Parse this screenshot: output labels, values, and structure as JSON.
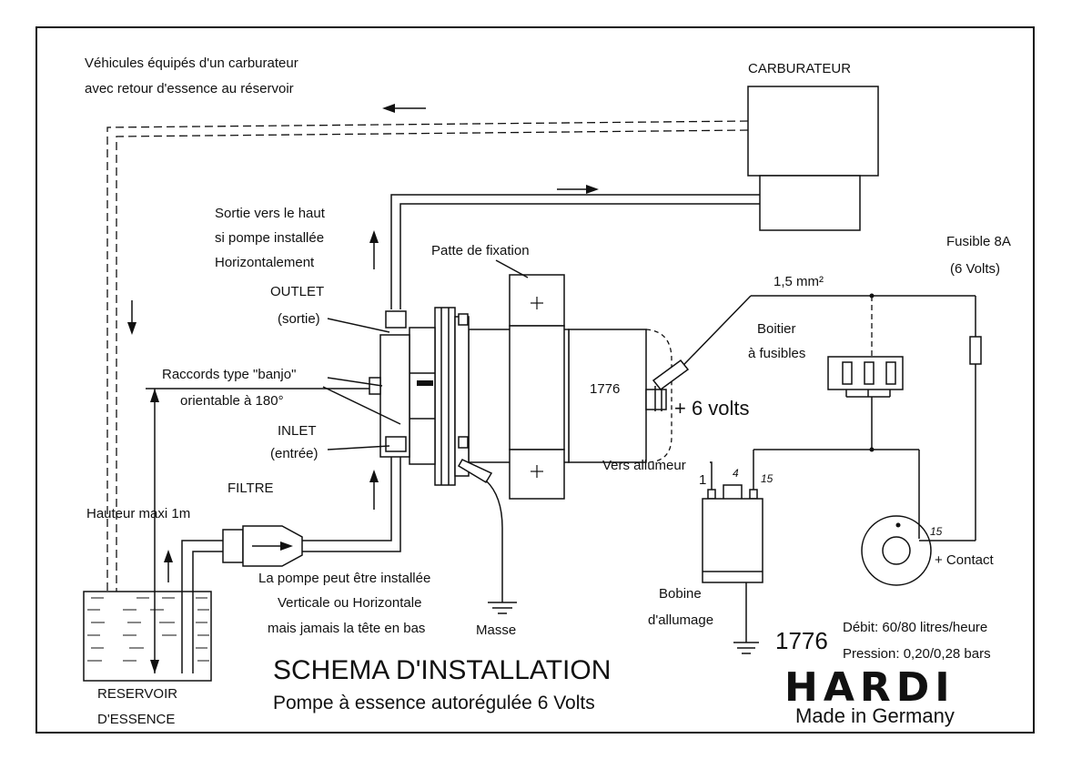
{
  "labels": {
    "return_line": [
      "Véhicules équipés d'un carburateur",
      "avec retour d'essence au réservoir"
    ],
    "carburetor": "CARBURATEUR",
    "outlet_up": [
      "Sortie vers le haut",
      "si pompe installée",
      "Horizontalement"
    ],
    "bracket": "Patte de fixation",
    "outlet": [
      "OUTLET",
      "(sortie)"
    ],
    "banjo": [
      "Raccords type \"banjo\"",
      "orientable à 180°"
    ],
    "inlet": [
      "INLET",
      "(entrée)"
    ],
    "filter": "FILTRE",
    "max_height": "Hauteur maxi 1m",
    "mounting": [
      "La pompe peut être installée",
      "Verticale ou Horizontale",
      "mais jamais la tête en bas"
    ],
    "ground": "Masse",
    "tank": [
      "RESERVOIR",
      "D'ESSENCE"
    ],
    "pump_model": "1776",
    "plus_volts": "+ 6 volts",
    "wire_section": "1,5 mm²",
    "fuse": [
      "Fusible 8A",
      "(6 Volts)"
    ],
    "fuse_box": [
      "Boitier",
      "à fusibles"
    ],
    "to_distributor": "Vers allumeur",
    "coil_terminals": [
      "1",
      "4",
      "15"
    ],
    "coil": [
      "Bobine",
      "d'allumage"
    ],
    "ignition_terminal": "15",
    "contact": "+ Contact"
  },
  "footer": {
    "title": "SCHEMA D'INSTALLATION",
    "subtitle": "Pompe à essence autorégulée 6 Volts",
    "model": "1776",
    "flow": "Débit: 60/80 litres/heure",
    "pressure": "Pression: 0,20/0,28 bars",
    "brand": "HARDI",
    "made_in": "Made in Germany"
  }
}
